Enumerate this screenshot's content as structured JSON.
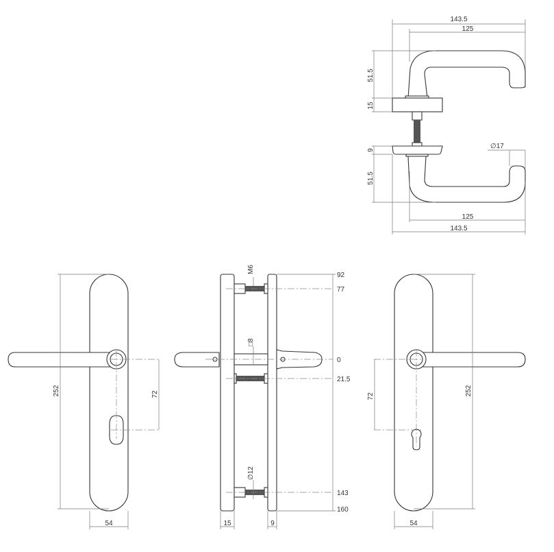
{
  "top_view": {
    "overall_width_top": "143.5",
    "lever_length_top": "125",
    "height_upper": "51.5",
    "rose_upper": "15",
    "rose_lower": "9",
    "height_lower": "51.5",
    "diameter": "∅17",
    "lever_length_bottom": "125",
    "overall_width_bottom": "143.5"
  },
  "front_left": {
    "height": "252",
    "center_distance": "72",
    "width": "54"
  },
  "side_view": {
    "thread": "M6",
    "spindle": "□8",
    "screw_diameter": "∅12",
    "levels": [
      "92",
      "77",
      "0",
      "21.5",
      "143",
      "160"
    ],
    "thickness_left": "15",
    "thickness_right": "9"
  },
  "front_right": {
    "height": "252",
    "center_distance": "72",
    "width": "54"
  }
}
